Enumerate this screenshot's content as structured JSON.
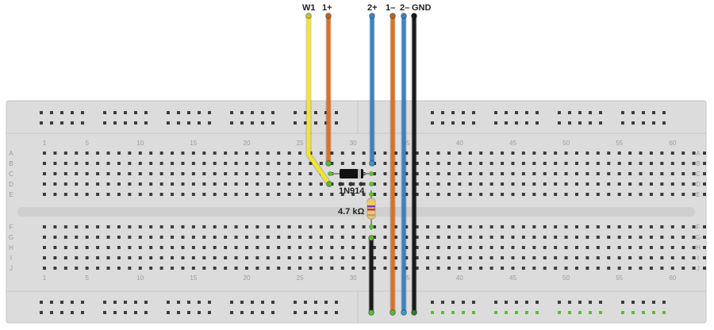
{
  "breadboard": {
    "columns": 63,
    "column_numbers": [
      "1",
      "5",
      "10",
      "15",
      "20",
      "25",
      "30",
      "35",
      "40",
      "45",
      "50",
      "55",
      "60"
    ],
    "rows_top": [
      "A",
      "B",
      "C",
      "D",
      "E"
    ],
    "rows_bottom": [
      "F",
      "G",
      "H",
      "I",
      "J"
    ],
    "colors": {
      "body": "#dcdcdc",
      "channel": "#cfcfcf",
      "hole": "#3a3a3a",
      "active_hole": "#5fb83a"
    }
  },
  "wires": [
    {
      "label": "W1",
      "color": "#f2e52a"
    },
    {
      "label": "1+",
      "color": "#e07020"
    },
    {
      "label": "2+",
      "color": "#3a82c4"
    },
    {
      "label": "1–",
      "color": "#e07020"
    },
    {
      "label": "2–",
      "color": "#3a82c4"
    },
    {
      "label": "GND",
      "color": "#1a1a1a"
    }
  ],
  "components": {
    "diode": {
      "label": "1N914"
    },
    "resistor": {
      "label": "4.7 kΩ"
    }
  }
}
